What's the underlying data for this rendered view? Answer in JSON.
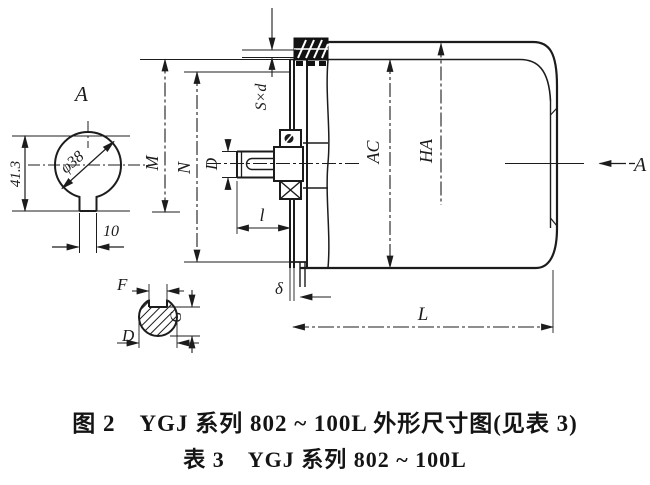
{
  "captions": {
    "figure": "图 2　YGJ 系列 802 ~ 100L 外形尺寸图(见表 3)",
    "table": "表 3　YGJ 系列 802 ~ 100L"
  },
  "section_view": {
    "title": "A",
    "diameter": "φ38",
    "keyway_depth": "41.3",
    "key_width": "10"
  },
  "main_view": {
    "flange_m": "M",
    "flange_n": "N",
    "shaft_diameter": "D",
    "bolt_spec": "S×d",
    "shaft_length": "l",
    "body_diameter": "AC",
    "height": "HA",
    "cap_thickness": "δ",
    "total_length": "L",
    "section_label": "A"
  },
  "detail_view": {
    "key_width": "F",
    "shaft_diameter": "D",
    "key_height": "G"
  },
  "colors": {
    "ink": "#1c1c1c",
    "paper": "#ffffff"
  }
}
